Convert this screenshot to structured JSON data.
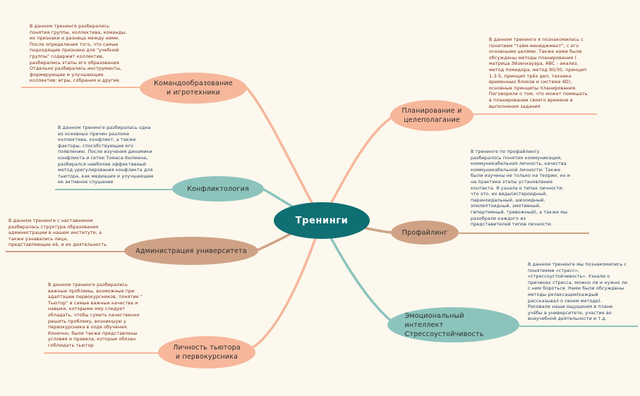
{
  "center": {
    "label": "Тренинги"
  },
  "colors": {
    "center": "#0f6f73",
    "peach": "#f6b79b",
    "teal": "#8cc4bd",
    "tan": "#cfa286"
  },
  "branches": [
    {
      "id": "team",
      "label": "Командообразование и игротехники",
      "note": "В данном тренинге разбирались\nпонятия группы, коллектива, команды,\nих признаки и разница между ними.\nПосле определения того, что самые\nподходящие признаки для \"учебной\nгруппы\" содержит коллектив,\nразбирались этапы его образования.\nОтдельно разбирались инструменты,\nформирующие и улучшающие\nколлектив: игры, собрания и другие."
    },
    {
      "id": "conflict",
      "label": "Конфликтология",
      "note": "В данном тренинге разбиралась одна\nиз основных причин разлома\nколлектива, конфликт, а также\nфакторы, способствующие его\nпоявлению. После изучения динамики\nконфликта и сетки Томаса-Килмена,\nразбирался наиболее эффективный\nметод урегулирования конфликта для\nтьютора, как медиация и улучшающее\nее активное слушание"
    },
    {
      "id": "admin",
      "label": "Администрация университета",
      "note": "В данном тренинге с наставником\nразбиралась структура образования\nадминистрации в нашем институте, а\nтакже узнавались лица,\nпредставляющие её, и их деятельность"
    },
    {
      "id": "tutor",
      "label": "Личность тьютора и первокурсника",
      "note": "В данном тренинге разбирались\nважные проблемы, возможные при\nадаптации первокурсников, понятие \"\nТьютор\" и самые важные качества и\nнавыки, которыми ему следует\nобладать, чтобы суметь качественно\nрешить проблему, возникшую у\nпервокурсника в ходе обучения.\nКонечно, были также представлены\nусловия и правила, которые обязан\nсоблюдать тьютор"
    },
    {
      "id": "planning",
      "label": "Планирование и целеполагание",
      "note": "В данном тренинге я познакомилась с\nпонятием \"тайм-менеджмент\", с его\nосновными целями. Также нами были\nобсуждены методы планирования (\nматрица Эйзенхауэра, АВС - анализ,\nметод помидора, метод 90/30, принцип\n1-3-5, принцип трёх дел, техника\nвременных блоков и система 4D),\nосновные принципы планирования.\nПоговорили о том, что может помешать\nв планировании своего времени и\nвыполнения задания"
    },
    {
      "id": "profiling",
      "label": "Профайлинг",
      "note": "В тренинге по профайлингу\nразбиралось понятия коммуникация,\nкоммуникабельная личность, качества\nкоммуникабельной личности. Также\nбыли изучены не только на теории, но и\nна практике этапы установления\nконтакта. Я узнала о типах личности:\nчто это, их виды(истероидный,\nпараноидальный, шизоидный,\nэпилептоидный, эмотивный,\nгипертимный, тревожный), а также мы\nразобрали каждого из\nпредставителей типов личности."
    },
    {
      "id": "emotional",
      "label": "Эмоциональный интеллект Стрессоустойчивость",
      "note": "В данном тренинге мы познакомились с\nпонятиями «стресс»,\n«стрессоустойчивость». Узнали о\nпричинах стресса, можно ли и нужно ли\nс ним бороться. Нами были обсуждены\nметоды релаксации(каждый\nрассказывал о своем методе).\nРисовали наши ощущения в плане\nучёбы в университете, участие во\nвнеучебной деятельности и т.д."
    }
  ]
}
